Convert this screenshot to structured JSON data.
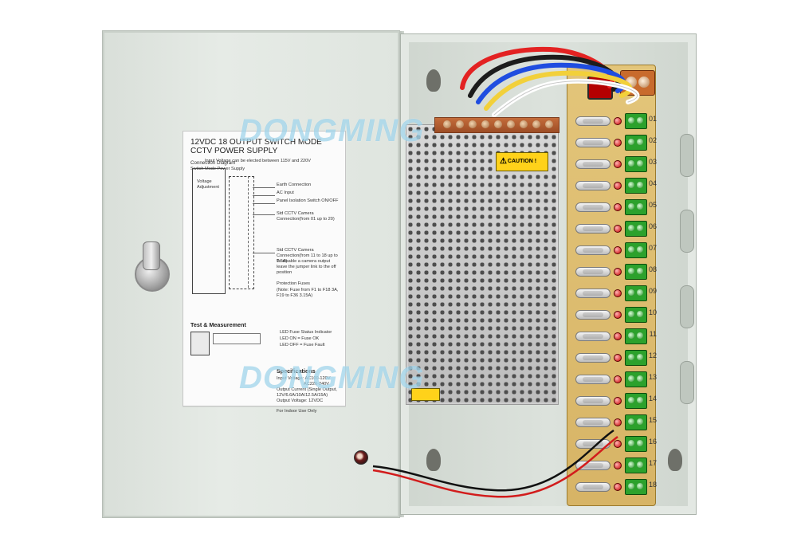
{
  "label": {
    "title_line_1": "12VDC 18 OUTPUT SWITCH MODE",
    "title_line_2": "CCTV POWER SUPPLY",
    "connection_diagram": "Connection Diagram",
    "switch_mode_psu": "Switch Mode Power Supply",
    "input_voltage_note": "Input Voltage can be elected between 115V and 220V",
    "earth_connection": "Earth Connection",
    "ac_input": "AC Input",
    "panel_isolation_switch": "Panel Isolation Switch ON/OFF",
    "voltage_adjustment": "Voltage Adjustment",
    "cameras_1_to_10": "Std CCTV Camera Connection(from 01 up to 20)",
    "cameras_11_to_18": "Std CCTV Camera Connection(from 11 to 18 up to 0.5A)",
    "jumper_note": "To disable a camera output leave the jumper link to the off position",
    "protection_fuses": "Protection Fuses",
    "protection_fuses_note": "(Note: Fuse from F1 to F18 3A, F19 to F36 3.15A)",
    "led_status_title": "LED Fuse Status Indicator",
    "led_on": "LED ON = Fuse OK",
    "led_off": "LED OFF = Fuse Fault",
    "test_measurement": "Test & Measurement",
    "specifications": "Specifications",
    "input_voltage_spec": "Input Voltage: AC100-120V",
    "input_voltage_spec_2": "AC220-240V",
    "output_current_spec": "Output Current (Single Output, 12V/6.6A/10A/12.5A/15A)",
    "output_voltage_spec": "Output Voltage: 12VDC",
    "indoor_use_only": "For Indoor Use Only"
  },
  "psu": {
    "caution_text": "CAUTION !"
  },
  "board": {
    "channels": [
      "01",
      "02",
      "03",
      "04",
      "05",
      "06",
      "07",
      "08",
      "09",
      "10",
      "11",
      "12",
      "13",
      "14",
      "15",
      "16",
      "17",
      "18"
    ]
  },
  "watermark": {
    "text_top": "DONGMING",
    "text_bottom": "DONGMING"
  },
  "colors": {
    "caution_yellow": "#ffd21a",
    "terminal_green": "#2ca12c",
    "switch_red": "#b30000",
    "board_tan": "#d7b466"
  }
}
